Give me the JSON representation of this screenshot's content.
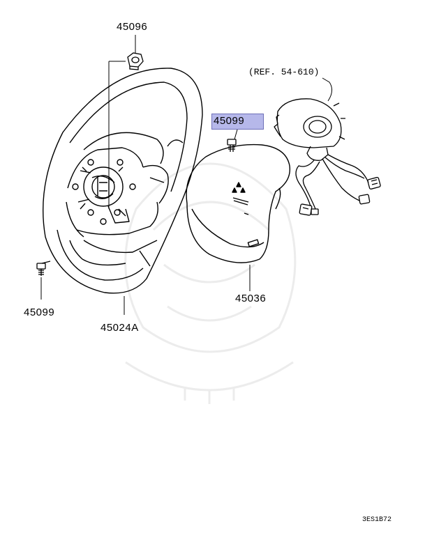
{
  "callouts": {
    "nut_top": "45096",
    "bolt_left": "45099",
    "bolt_highlighted": "45099",
    "wheel": "45024A",
    "airbag_module": "45036",
    "clock_spring_ref": "(REF. 54-610)"
  },
  "diagram_code": "3ES1B72",
  "colors": {
    "line": "#000000",
    "highlight_fill": "#b6b8ea",
    "highlight_border": "#6e70b8",
    "watermark": "#ececec"
  }
}
